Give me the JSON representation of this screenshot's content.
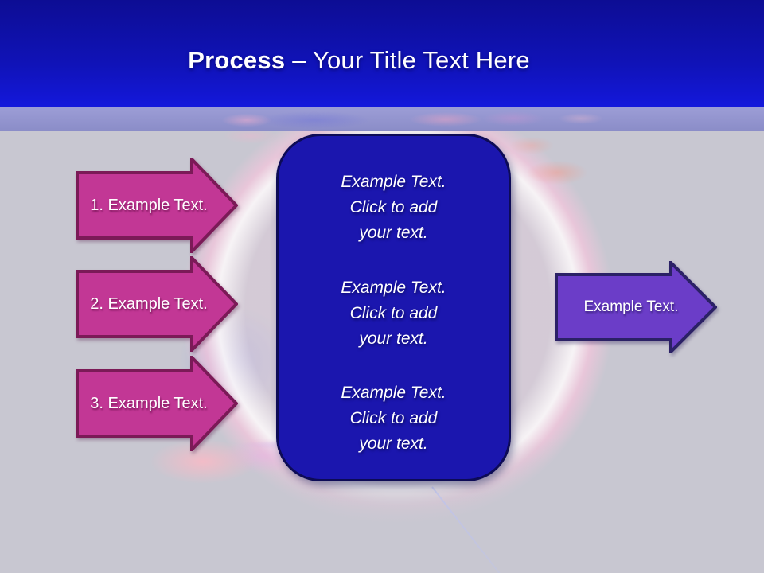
{
  "slide": {
    "title": {
      "prefix": "Process",
      "rest": "– Your Title Text Here"
    }
  },
  "process_steps": [
    {
      "label": "1. Example Text."
    },
    {
      "label": "2. Example Text."
    },
    {
      "label": "3. Example Text."
    }
  ],
  "panel": {
    "items": [
      "Example Text.\nClick  to add\nyour text.",
      "Example Text.\nClick  to add\nyour text.",
      "Example Text.\nClick  to add\nyour text."
    ]
  },
  "output_arrow": {
    "label": "Example Text."
  },
  "colors": {
    "header_gradient_top": "#0d0d94",
    "header_gradient_bottom": "#1418dc",
    "divider_band": "#9193cd",
    "step_arrow_fill": "#c23795",
    "step_arrow_border": "#7b1a57",
    "panel_fill": "#1b16ae",
    "panel_border": "#0d0b56",
    "output_arrow_fill": "#6b3dc8",
    "output_arrow_border": "#2b2166",
    "content_background": "#c8c7d1",
    "text": "#ffffff"
  }
}
